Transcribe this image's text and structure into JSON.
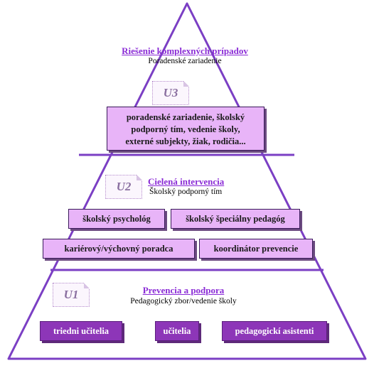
{
  "levels": {
    "u3": {
      "tag": "U3",
      "title": "Riešenie komplexných prípadov",
      "subtitle": "Poradenské zariadenie",
      "box_lines": [
        "poradenské zariadenie, školský",
        "podporný tím, vedenie školy,",
        "externé subjekty, žiak, rodičia..."
      ]
    },
    "u2": {
      "tag": "U2",
      "title": "Cielená intervencia",
      "subtitle": "Školský podporný tím",
      "roles": [
        "školský psychológ",
        "školský špeciálny pedagóg",
        "kariérový/výchovný poradca",
        "koordinátor prevencie"
      ]
    },
    "u1": {
      "tag": "U1",
      "title": "Prevencia a podpora",
      "subtitle": "Pedagogický zbor/vedenie školy",
      "roles": [
        "triedni učitelia",
        "učitelia",
        "pedagogickí asistenti"
      ]
    }
  },
  "colors": {
    "outline": "#7b3fc4",
    "title_purple": "#8a2bd6",
    "light_box": "#e8b4f8",
    "dark_box": "#8d36b8"
  }
}
